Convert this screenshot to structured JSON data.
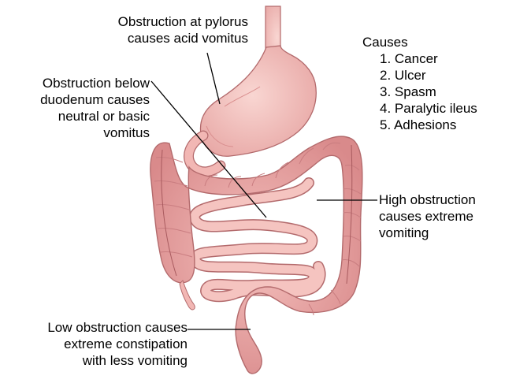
{
  "labels": {
    "pylorus": [
      "Obstruction at pylorus",
      "causes acid vomitus"
    ],
    "duodenum": [
      "Obstruction below",
      "duodenum causes",
      "neutral or basic",
      "vomitus"
    ],
    "low": [
      "Low obstruction causes",
      "extreme constipation",
      "with less vomiting"
    ],
    "high": [
      "High obstruction",
      "causes extreme",
      "vomiting"
    ]
  },
  "causes": {
    "heading": "Causes",
    "items": [
      "1. Cancer",
      "2. Ulcer",
      "3. Spasm",
      "4. Paralytic ileus",
      "5. Adhesions"
    ]
  },
  "colors": {
    "tissue": "#f2b7b4",
    "tissue_dark": "#d98e8e",
    "tissue_line": "#b36a6c",
    "stomach": "#f5c2bd",
    "leader": "#000000"
  }
}
